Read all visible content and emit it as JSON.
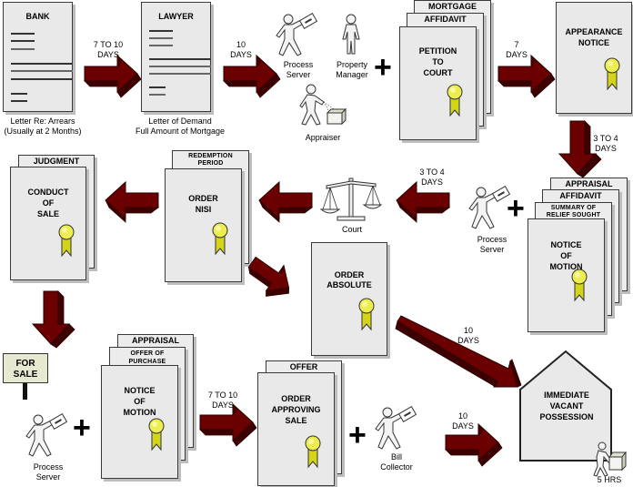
{
  "diagram": {
    "type": "foreclosure-process-flow",
    "colors": {
      "arrow": "#6b0000",
      "arrow_dark": "#3d0000",
      "paper": "#e9e9e9",
      "seal": "#e8e84a",
      "ribbon": "#d4d41a"
    }
  },
  "steps": {
    "bank": {
      "title": "BANK",
      "caption_1": "Letter Re: Arrears",
      "caption_2": "(Usually at 2 Months)"
    },
    "lawyer": {
      "title": "LAWYER",
      "caption_1": "Letter of Demand",
      "caption_2": "Full Amount of Mortgage"
    },
    "people_1": {
      "process_server_1": "Process",
      "process_server_2": "Server",
      "property_manager_1": "Property",
      "property_manager_2": "Manager",
      "appraiser": "Appraiser"
    },
    "petition": {
      "back_2": "MORTGAGE",
      "back_1": "AFFIDAVIT",
      "title_1": "PETITION",
      "title_2": "TO",
      "title_3": "COURT"
    },
    "appearance": {
      "title_1": "APPEARANCE",
      "title_2": "NOTICE"
    },
    "notice_motion_1": {
      "back_3": "APPRAISAL",
      "back_2": "AFFIDAVIT",
      "back_1_a": "SUMMARY OF",
      "back_1_b": "RELIEF SOUGHT",
      "title_1": "NOTICE",
      "title_2": "OF",
      "title_3": "MOTION",
      "server_1": "Process",
      "server_2": "Server"
    },
    "court": {
      "label": "Court"
    },
    "order_nisi": {
      "back_a": "REDEMPTION",
      "back_b": "PERIOD",
      "title_1": "ORDER",
      "title_2": "NISI"
    },
    "conduct_sale": {
      "back": "JUDGMENT",
      "title_1": "CONDUCT",
      "title_2": "OF",
      "title_3": "SALE"
    },
    "order_absolute": {
      "title_1": "ORDER",
      "title_2": "ABSOLUTE"
    },
    "for_sale": {
      "line_1": "FOR",
      "line_2": "SALE"
    },
    "notice_motion_2": {
      "back_2": "APPRAISAL",
      "back_1_a": "OFFER OF",
      "back_1_b": "PURCHASE",
      "title_1": "NOTICE",
      "title_2": "OF",
      "title_3": "MOTION",
      "server_1": "Process",
      "server_2": "Server"
    },
    "order_approving": {
      "back": "OFFER",
      "title_1": "ORDER",
      "title_2": "APPROVING",
      "title_3": "SALE",
      "collector_1": "Bill",
      "collector_2": "Collector"
    },
    "possession": {
      "title_1": "IMMEDIATE",
      "title_2": "VACANT",
      "title_3": "POSSESSION",
      "time": "5 HRS"
    }
  },
  "arrows": {
    "bank_to_lawyer": {
      "l1": "7 TO 10",
      "l2": "DAYS"
    },
    "lawyer_to_petition": {
      "l1": "10",
      "l2": "DAYS"
    },
    "petition_to_appearance": {
      "l1": "7",
      "l2": "DAYS"
    },
    "appearance_to_motion": {
      "l1": "3 TO 4",
      "l2": "DAYS"
    },
    "motion_to_court": {
      "l1": "3 TO 4",
      "l2": "DAYS"
    },
    "absolute_to_possession": {
      "l1": "10",
      "l2": "DAYS"
    },
    "motion2_to_approving": {
      "l1": "7 TO 10",
      "l2": "DAYS"
    },
    "approving_to_possession": {
      "l1": "10",
      "l2": "DAYS"
    }
  },
  "symbols": {
    "plus": "+"
  }
}
